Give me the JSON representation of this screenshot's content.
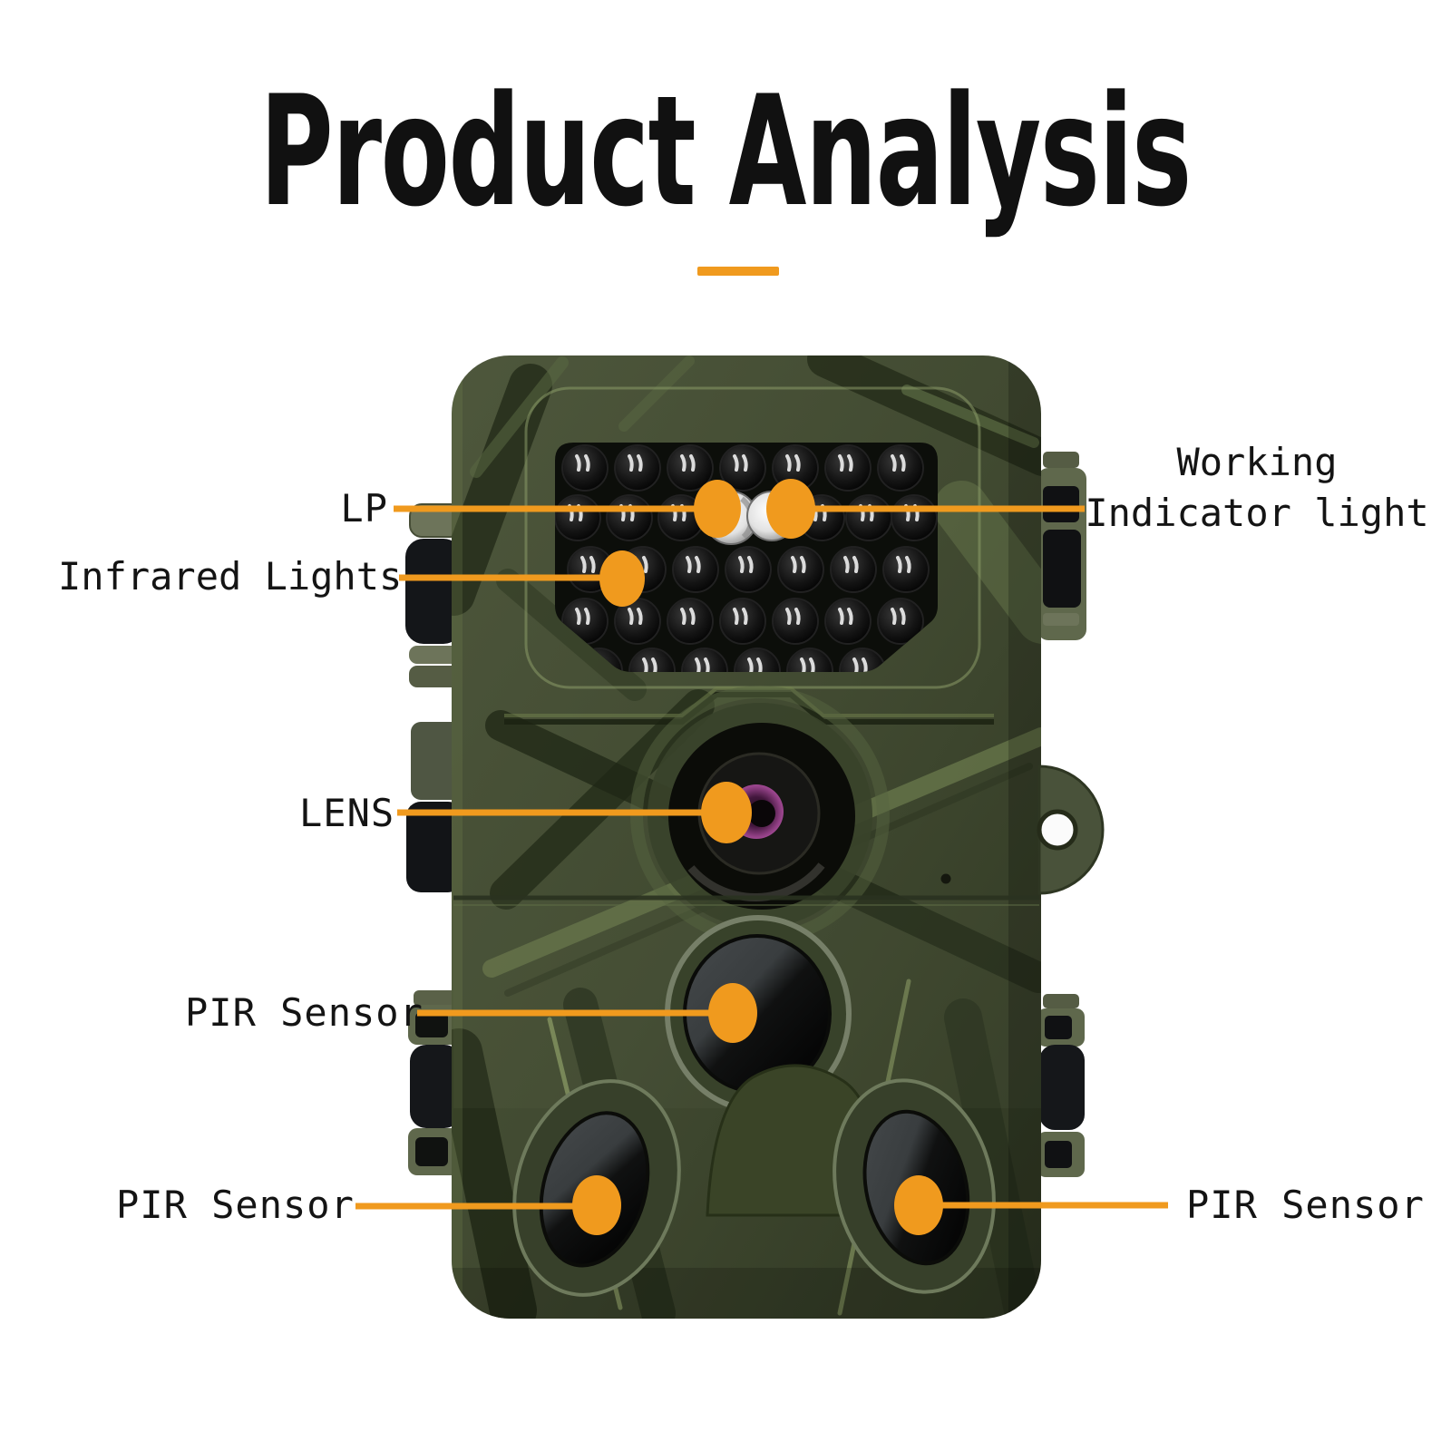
{
  "title": "Product Analysis",
  "colors": {
    "accent_orange": "#F09A1E",
    "title_text": "#111111",
    "label_text": "#141414",
    "camo_green": "#424B31",
    "ir_panel_black": "#0C0E0A",
    "background": "#FFFFFF"
  },
  "callouts": {
    "lp": {
      "label": "LP"
    },
    "working_indicator": {
      "line1": "Working",
      "line2": "Indicator light"
    },
    "infrared_lights": {
      "label": "Infrared Lights"
    },
    "lens": {
      "label": "LENS"
    },
    "pir_center": {
      "label": "PIR Sensor"
    },
    "pir_bottom_left": {
      "label": "PIR Sensor"
    },
    "pir_bottom_right": {
      "label": "PIR Sensor"
    }
  }
}
